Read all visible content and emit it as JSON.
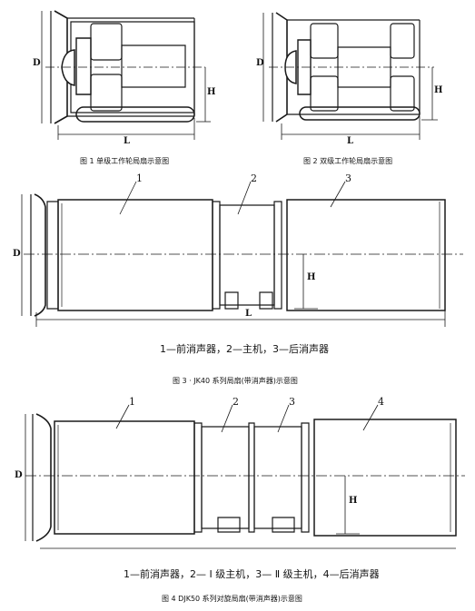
{
  "fig1": {
    "caption": "图 1 单级工作轮局扇示意图",
    "dim_d": "D",
    "dim_h": "H",
    "dim_l": "L"
  },
  "fig2": {
    "caption": "图 2 双级工作轮局扇示意图",
    "dim_d": "D",
    "dim_h": "H",
    "dim_l": "L"
  },
  "fig3": {
    "caption": "图 3 · JK40 系列局扇(带消声器)示意图",
    "legend": "1—前消声器，2—主机，3—后消声器",
    "dim_d": "D",
    "dim_h": "H",
    "dim_l": "L",
    "labels": [
      "1",
      "2",
      "3"
    ]
  },
  "fig4": {
    "caption": "图 4 DJK50 系列对旋局扇(带消声器)示意图",
    "legend": "1—前消声器，2— Ⅰ 级主机，3— Ⅱ 级主机，4—后消声器",
    "dim_d": "D",
    "dim_h": "H",
    "labels": [
      "1",
      "2",
      "3",
      "4"
    ]
  }
}
